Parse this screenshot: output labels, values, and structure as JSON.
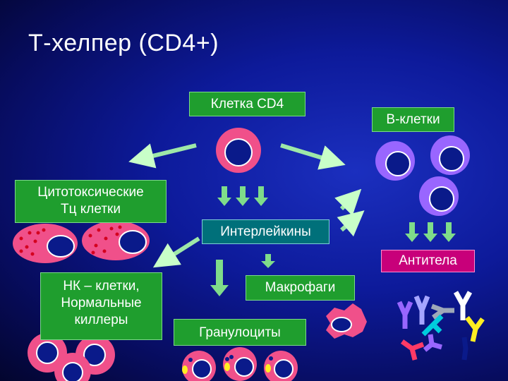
{
  "title": "Т-хелпер (CD4+)",
  "labels": {
    "cd4_cell": "Клетка CD4",
    "b_cells": "В-клетки",
    "cytotoxic": [
      "Цитотоксические",
      "Тц клетки"
    ],
    "interleukins": "Интерлейкины",
    "antibodies": "Антитела",
    "nk_cells": [
      "НК – клетки,",
      "Нормальные",
      "киллеры"
    ],
    "macrophages": "Макрофаги",
    "granulocytes": "Гранулоциты"
  },
  "colors": {
    "green_box": "#1f9e2e",
    "teal_box": "#00707a",
    "magenta_box": "#c8007a",
    "cell_pink": "#f0508a",
    "cell_purple": "#9966ff",
    "nucleus": "#0a1a8a"
  }
}
